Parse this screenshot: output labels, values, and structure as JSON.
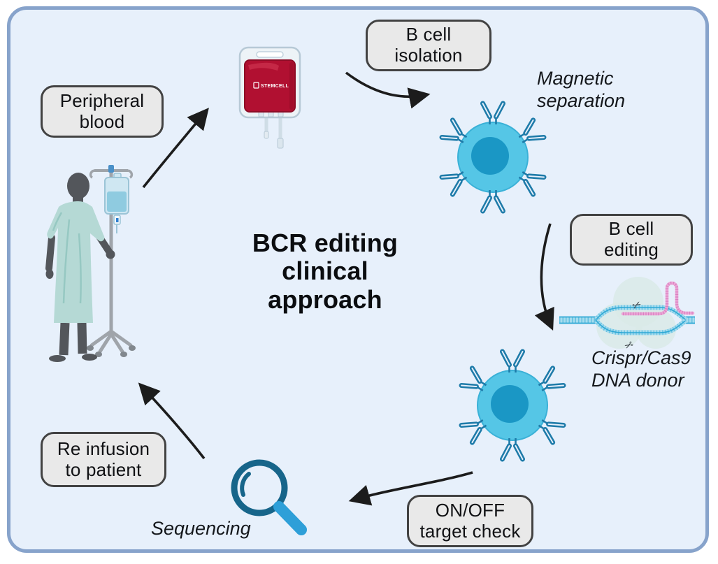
{
  "title": "BCR editing\nclinical\napproach",
  "steps": {
    "peripheral_blood": "Peripheral\nblood",
    "b_cell_isolation": "B cell\nisolation",
    "b_cell_editing": "B cell\nediting",
    "on_off_target_check": "ON/OFF\ntarget check",
    "re_infusion": "Re infusion\nto patient"
  },
  "annotations": {
    "magnetic_separation": "Magnetic\nseparation",
    "crispr_dna_donor": "Crispr/Cas9\nDNA donor",
    "sequencing": "Sequencing"
  },
  "blood_bag": {
    "brand": "STEMCELL"
  },
  "icons": {
    "scissors": "✂"
  },
  "colors": {
    "frame-bg": "#e7f0fb",
    "frame-border": "#87a3cb",
    "label-bg": "#e9e9e9",
    "label-border": "#424242",
    "label-text": "#101114",
    "title-text": "#0b0d10",
    "annotation-text": "#15181c",
    "arrow": "#1c1c1c",
    "cell-body": "#55c6e6",
    "cell-outline": "#3ab1d7",
    "cell-nucleus": "#1a97c5",
    "antibody": "#1e7ba9",
    "bag-red": "#b11031",
    "bag-red-dark": "#8d0c26",
    "bag-highlight": "#cf3552",
    "bag-outer": "#edf3f7",
    "bag-outer-border": "#b7c9d6",
    "tube": "#cfdde6",
    "gown": "#b5d9d5",
    "gown-shade": "#96c8c2",
    "silhouette": "#53565b",
    "pole": "#9fa4aa",
    "wheel": "#81878d",
    "knob-blue": "#4a90c8",
    "iv-bag": "#cfe7f2",
    "iv-bag-border": "#9bc4d6",
    "iv-fluid": "#8fcbe0",
    "iv-drop": "#2f7fd0",
    "magnifier-ring": "#17658a",
    "magnifier-handle": "#2e9fd8",
    "cas9-blob": "#d9eae7",
    "dna": "#2ea8d5",
    "dna-light": "#a5dcee",
    "rna": "#eba6d6",
    "rna-dark": "#d478bb",
    "scissors": "#3a4046"
  }
}
